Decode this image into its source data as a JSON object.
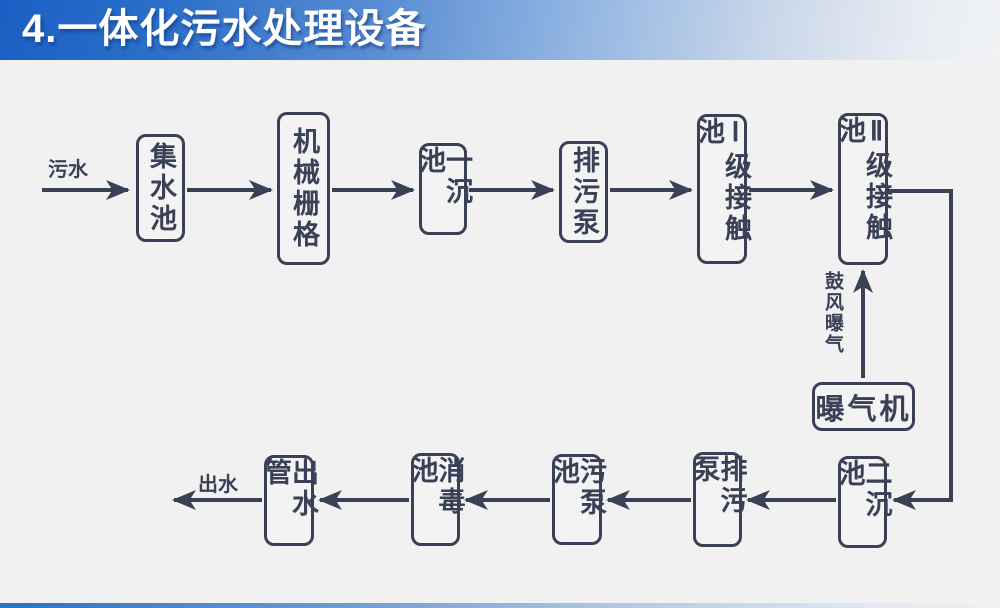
{
  "header": {
    "title": "4.一体化污水处理设备"
  },
  "diagram": {
    "inlet_label": "污水",
    "outlet_label": "出水",
    "aeration_label": "鼓风曝气",
    "aerator_label": "曝气机",
    "top_row": [
      {
        "label": "集水池"
      },
      {
        "label": "机械栅格"
      },
      {
        "label": "一沉池"
      },
      {
        "label": "排污泵"
      },
      {
        "label": "Ⅰ级接触池"
      },
      {
        "label": "Ⅱ级接触池"
      }
    ],
    "bottom_row": [
      {
        "label": "二沉池"
      },
      {
        "label": "排污泵"
      },
      {
        "label": "污泵池"
      },
      {
        "label": "消毒池"
      },
      {
        "label": "出水管"
      }
    ]
  },
  "colors": {
    "ink": "#3a4156",
    "canvas_background": "#f1f1f2",
    "header_blue": "#1a5fc4"
  }
}
